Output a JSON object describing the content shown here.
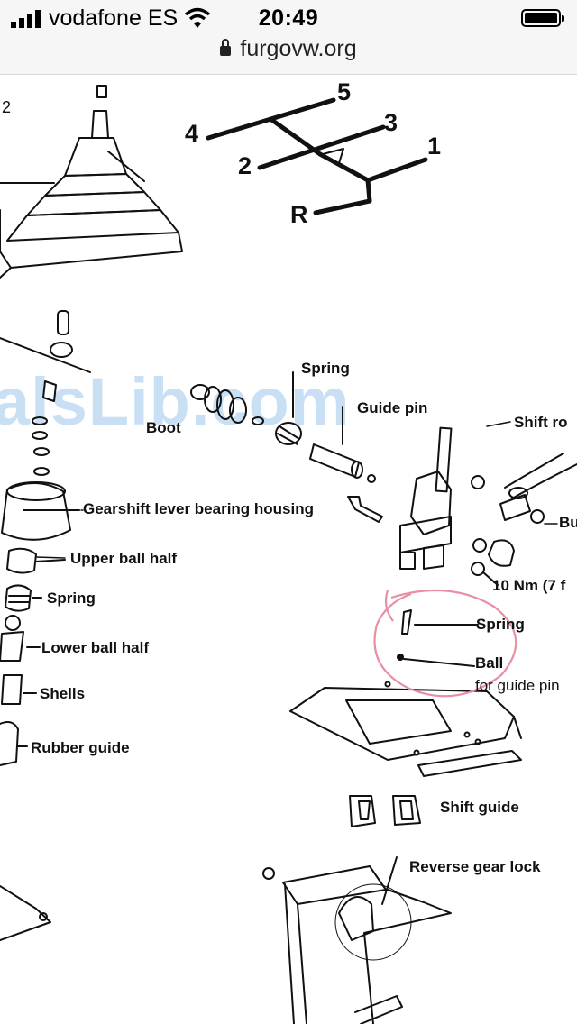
{
  "status_bar": {
    "carrier": "vodafone ES",
    "time": "20:49",
    "url": "furgovw.org"
  },
  "watermark": "alsLib.com",
  "diagram": {
    "page_number": "2",
    "gear_pattern": [
      "5",
      "4",
      "3",
      "2",
      "1",
      "R"
    ],
    "labels": {
      "spring_top": "Spring",
      "guide_pin": "Guide pin",
      "boot": "Boot",
      "shift_rod": "Shift ro",
      "bearing_housing": "Gearshift lever bearing housing",
      "upper_ball_half": "Upper ball half",
      "spring_left": "Spring",
      "lower_ball_half": "Lower ball half",
      "shells": "Shells",
      "rubber_guide": "Rubber guide",
      "bush": "Bu",
      "torque": "10 Nm (7 f",
      "spring_right": "Spring",
      "ball": "Ball",
      "ball_sub": "for guide pin",
      "shift_guide": "Shift guide",
      "reverse_gear_lock": "Reverse gear lock"
    }
  },
  "colors": {
    "annotation_circle": "#e88fa3",
    "watermark": "#9cc6ec"
  }
}
